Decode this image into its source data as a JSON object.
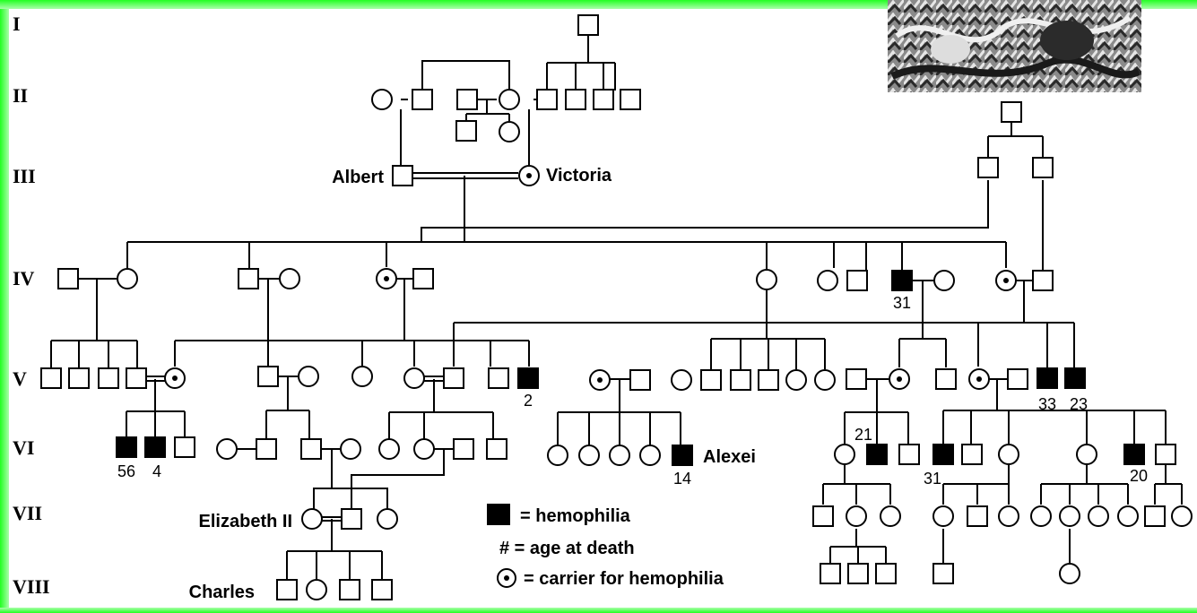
{
  "colors": {
    "frame_green": "#22ff22",
    "affected_fill": "#000000",
    "line": "#000000"
  },
  "generations": [
    "I",
    "II",
    "III",
    "IV",
    "V",
    "VI",
    "VII",
    "VIII"
  ],
  "people": {
    "albert": "Albert",
    "victoria": "Victoria",
    "alexei": "Alexei",
    "elizabeth": "Elizabeth II",
    "charles": "Charles"
  },
  "ages": {
    "iv_son": "31",
    "v_son": "2",
    "v_right_a": "33",
    "v_right_b": "23",
    "vi_a": "56",
    "vi_b": "4",
    "alexei": "14",
    "vi_c": "21",
    "vi_d": "31",
    "vi_e": "20"
  },
  "legend": {
    "hemophilia": "= hemophilia",
    "age_at_death": "# = age at death",
    "carrier": "= carrier for hemophilia"
  },
  "photo": {
    "icon": "portrait-photo"
  }
}
